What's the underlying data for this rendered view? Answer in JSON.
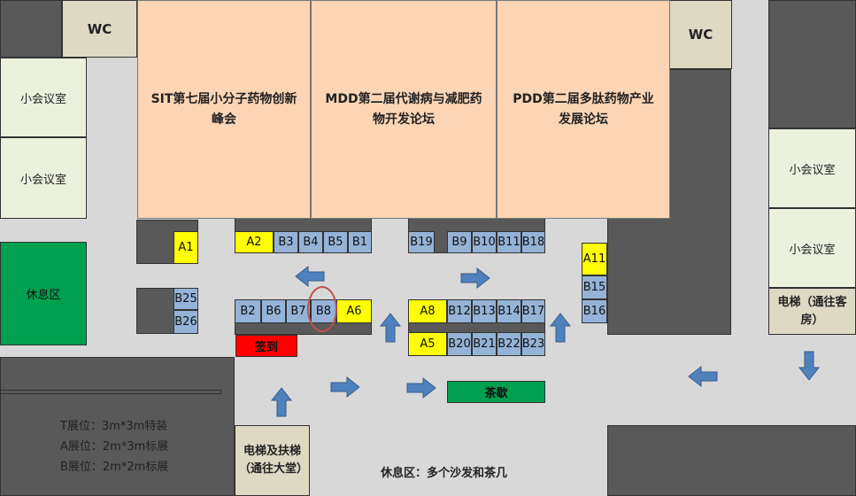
{
  "wc_left": "WC",
  "wc_right": "WC",
  "rooms": {
    "left_1": "小会议室",
    "left_2": "小会议室",
    "right_1": "小会议室",
    "right_2": "小会议室"
  },
  "halls": {
    "sit": "SIT第七届小分子药物创新峰会",
    "mdd": "MDD第二届代谢病与减肥药物开发论坛",
    "pdd": "PDD第二届多肽药物产业发展论坛"
  },
  "rest_area": "休息区",
  "elevator_guest": "电梯（通往客房）",
  "elevator_lobby": "电梯及扶梯（通往大堂）",
  "booths": {
    "A1": "A1",
    "A2": "A2",
    "B3": "B3",
    "B4": "B4",
    "B5": "B5",
    "B1": "B1",
    "B19": "B19",
    "B9": "B9",
    "B10": "B10",
    "B11": "B11",
    "B18": "B18",
    "A11": "A11",
    "B15": "B15",
    "B16": "B16",
    "B25": "B25",
    "B26": "B26",
    "B2": "B2",
    "B6": "B6",
    "B7": "B7",
    "B8": "B8",
    "A6": "A6",
    "A8": "A8",
    "B12": "B12",
    "B13": "B13",
    "B14": "B14",
    "B17": "B17",
    "A5": "A5",
    "B20": "B20",
    "B21": "B21",
    "B22": "B22",
    "B23": "B23"
  },
  "registration": "签到",
  "tea_break": "茶歇",
  "legend": [
    "T展位：3m*3m特装",
    "A展位：2m*3m标展",
    "B展位：2m*2m标展"
  ],
  "lounge_note": "休息区：多个沙发和茶几",
  "colors": {
    "booth_a": "#ffff00",
    "booth_b": "#95b3d7",
    "hall": "#fbd5b5",
    "meeting_room": "#ebf1dd",
    "rest_area": "#00a050",
    "registration": "#ff0000",
    "arrow": "#4f81bd",
    "highlight": "#c0504d"
  }
}
